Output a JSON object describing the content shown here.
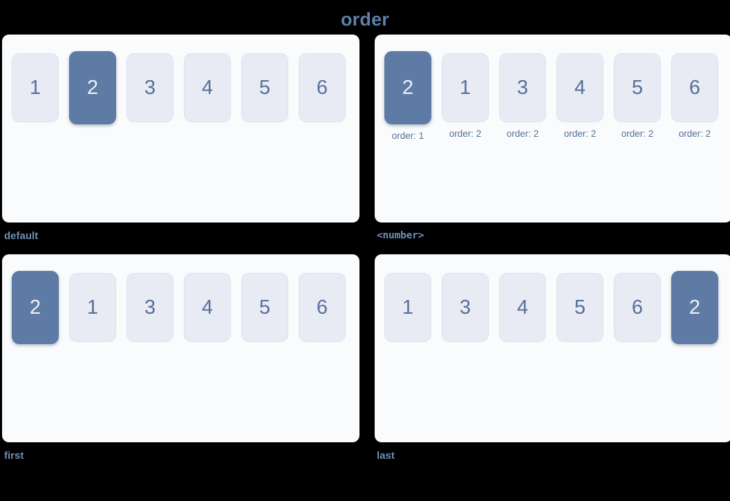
{
  "title": "order",
  "theme": {
    "background": "#000000",
    "panel_background": "#fafbfc",
    "box_background": "#e8ebf3",
    "box_active_background": "#5d7ba5",
    "box_text": "#56709a",
    "box_active_text": "#eef2f8",
    "caption_text": "#6e8db6",
    "title_text": "#5e7fa8"
  },
  "panels": [
    {
      "caption": "default",
      "caption_style": "text",
      "items": [
        {
          "label": "1",
          "active": false,
          "sub_label": ""
        },
        {
          "label": "2",
          "active": true,
          "sub_label": ""
        },
        {
          "label": "3",
          "active": false,
          "sub_label": ""
        },
        {
          "label": "4",
          "active": false,
          "sub_label": ""
        },
        {
          "label": "5",
          "active": false,
          "sub_label": ""
        },
        {
          "label": "6",
          "active": false,
          "sub_label": ""
        }
      ]
    },
    {
      "caption": "<number>",
      "caption_style": "mono",
      "items": [
        {
          "label": "2",
          "active": true,
          "sub_label": "order: 1"
        },
        {
          "label": "1",
          "active": false,
          "sub_label": "order: 2"
        },
        {
          "label": "3",
          "active": false,
          "sub_label": "order: 2"
        },
        {
          "label": "4",
          "active": false,
          "sub_label": "order: 2"
        },
        {
          "label": "5",
          "active": false,
          "sub_label": "order: 2"
        },
        {
          "label": "6",
          "active": false,
          "sub_label": "order: 2"
        }
      ]
    },
    {
      "caption": "first",
      "caption_style": "text",
      "items": [
        {
          "label": "2",
          "active": true,
          "sub_label": ""
        },
        {
          "label": "1",
          "active": false,
          "sub_label": ""
        },
        {
          "label": "3",
          "active": false,
          "sub_label": ""
        },
        {
          "label": "4",
          "active": false,
          "sub_label": ""
        },
        {
          "label": "5",
          "active": false,
          "sub_label": ""
        },
        {
          "label": "6",
          "active": false,
          "sub_label": ""
        }
      ]
    },
    {
      "caption": "last",
      "caption_style": "text",
      "items": [
        {
          "label": "1",
          "active": false,
          "sub_label": ""
        },
        {
          "label": "3",
          "active": false,
          "sub_label": ""
        },
        {
          "label": "4",
          "active": false,
          "sub_label": ""
        },
        {
          "label": "5",
          "active": false,
          "sub_label": ""
        },
        {
          "label": "6",
          "active": false,
          "sub_label": ""
        },
        {
          "label": "2",
          "active": true,
          "sub_label": ""
        }
      ]
    }
  ]
}
